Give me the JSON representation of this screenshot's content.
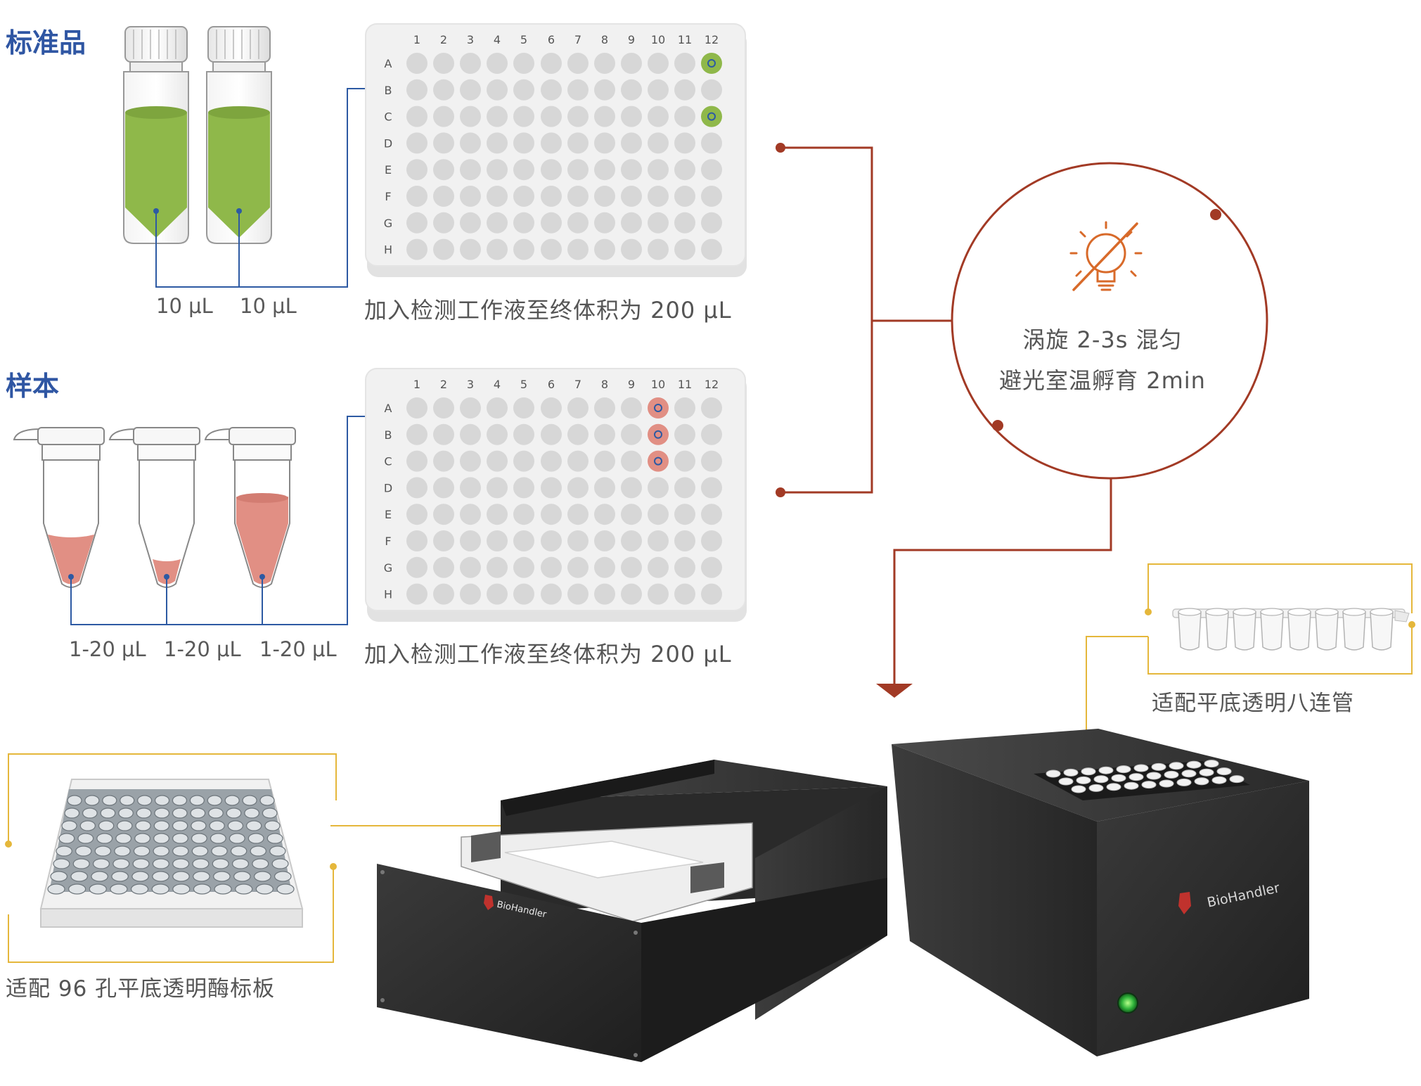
{
  "colors": {
    "connector": "#a23a25",
    "plate_line": "#2d5aa3",
    "callout": "#e5b73b",
    "standard_liquid": "#8fb84a",
    "sample_liquid": "#e18f84",
    "well": "#d7d7d7",
    "device": "#2b2b2b",
    "brand_red": "#c0322d"
  },
  "standard": {
    "title": "标准品",
    "volumes": [
      "10 μL",
      "10 μL"
    ],
    "instruction": "加入检测工作液至终体积为 200 μL"
  },
  "sample": {
    "title": "样本",
    "volumes": [
      "1-20 μL",
      "1-20 μL",
      "1-20 μL"
    ],
    "instruction": "加入检测工作液至终体积为 200 μL"
  },
  "plate": {
    "columns": [
      "1",
      "2",
      "3",
      "4",
      "5",
      "6",
      "7",
      "8",
      "9",
      "10",
      "11",
      "12"
    ],
    "rows": [
      "A",
      "B",
      "C",
      "D",
      "E",
      "F",
      "G",
      "H"
    ]
  },
  "incubation": {
    "icon": "no-light-bulb-icon",
    "line1": "涡旋 2-3s 混匀",
    "line2": "避光室温孵育 2min"
  },
  "adapters": {
    "strip": "适配平底透明八连管",
    "plate96": "适配 96 孔平底透明酶标板"
  },
  "brand": "BioHandler"
}
